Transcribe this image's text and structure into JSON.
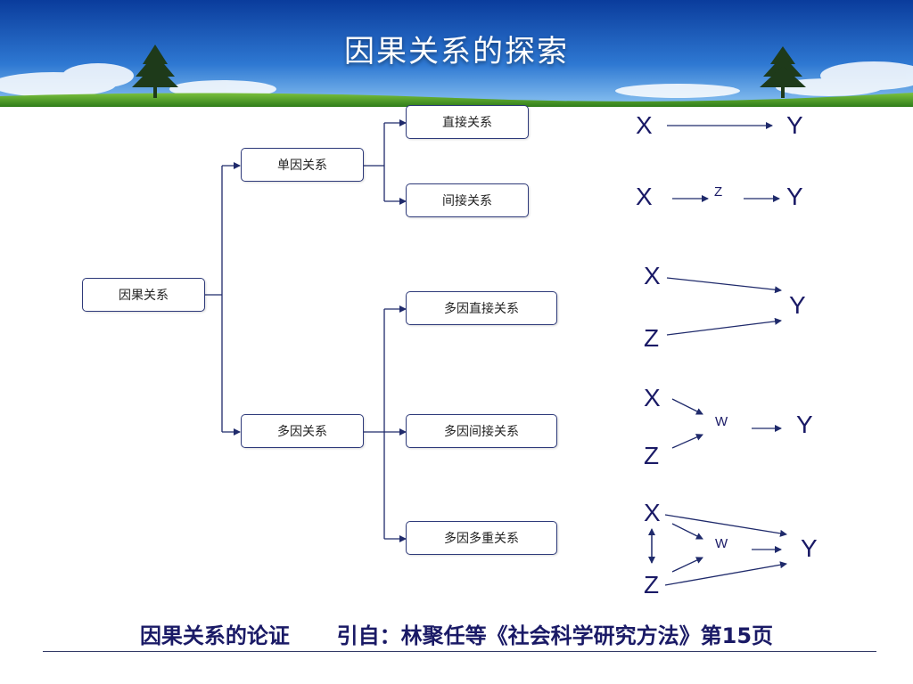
{
  "slide": {
    "title": "因果关系的探索"
  },
  "tree": {
    "root": "因果关系",
    "single": "单因关系",
    "multi": "多因关系",
    "direct": "直接关系",
    "indirect": "间接关系",
    "multi_direct": "多因直接关系",
    "multi_indirect": "多因间接关系",
    "multi_multiple": "多因多重关系"
  },
  "diagrams": {
    "d1": {
      "x": "X",
      "y": "Y"
    },
    "d2": {
      "x": "X",
      "z": "Z",
      "y": "Y"
    },
    "d3": {
      "x": "X",
      "z": "Z",
      "y": "Y"
    },
    "d4": {
      "x": "X",
      "z": "Z",
      "w": "W",
      "y": "Y"
    },
    "d5": {
      "x": "X",
      "z": "Z",
      "w": "W",
      "y": "Y"
    }
  },
  "caption": {
    "left": "因果关系的论证",
    "right": "引自：林聚任等《社会科学研究方法》第15页"
  },
  "colors": {
    "line": "#1f2a6b",
    "text": "#1a1a66",
    "sky_top": "#0a3c9c",
    "grass": "#4f9a2a"
  }
}
